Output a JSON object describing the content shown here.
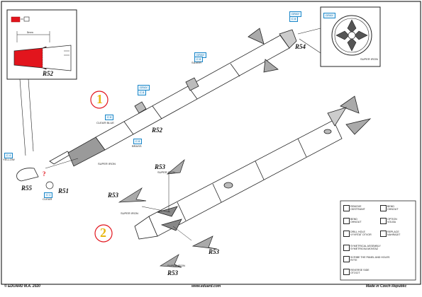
{
  "callouts": {
    "r52": "R52",
    "r52b": "R52",
    "r54": "R54",
    "r55": "R55",
    "r51": "R51",
    "r53a": "R53",
    "r53b": "R53",
    "r53c": "R53",
    "r53d": "R53",
    "q": "?",
    "step1": "1",
    "step2": "2",
    "dim": "5mm"
  },
  "color_codes": {
    "mid_top": "GRAY",
    "mid_a": "C 8",
    "mid_b": "SILVER",
    "blue_c": "C 8",
    "blue_lbl": "CLEAR BLUE",
    "brass_c": "C 8",
    "brass_lbl": "BRASS",
    "gray2": "GRAY",
    "gray2b": "C 8",
    "yel_c": "C 4",
    "yel_lbl": "YELLOW",
    "clr_c": "C 1",
    "clr_lbl": "CLEAR",
    "si1": "SUPER IRON",
    "si2": "SUPER IRON",
    "si3": "SUPER IRON",
    "si4": "SUPER IRON",
    "top_gray": "GRAY",
    "top_c": "C 8",
    "inset_gray": "GRAY",
    "inset_si": "SUPER IRON"
  },
  "legend": [
    "REMOVE\nODSTRANIT",
    "BEND\nOHNOUT",
    "BEND\nOHNOUT",
    "OPTION\nVOLBA",
    "DRILL HOLE\nVYVRTAT OTVOR",
    "REPLACE\nNAHRADIT",
    "SYMETRICAL ASSEMBLY\nSYMETRICKA MONTAZ",
    "SCRIBE THE PANEL AND HOLES\nRYTE",
    "REVERSE SIDE\nOTOCIT"
  ],
  "footer": {
    "left": "© EDUARD  M.A. 2020",
    "center": "www.eduard.com",
    "right": "Made in Czech Republic"
  },
  "colors": {
    "accent": "#1b87c9",
    "red": "#e2151d",
    "step": "#e8b711"
  }
}
